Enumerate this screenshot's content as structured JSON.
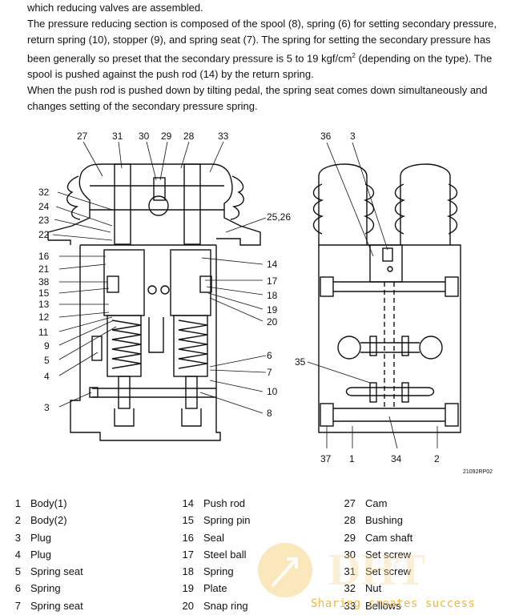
{
  "intro": {
    "line0": "which reducing valves are assembled.",
    "p1a": "The pressure reducing section is composed of the spool (8), spring (6) for setting secondary pressure, return spring (10), stopper (9), and spring seat (7).  The spring for setting the secondary pressure has been generally so preset that the secondary pressure is 5 to 19 kgf/cm",
    "p1sup": "2",
    "p1b": " (depending on the type).  The spool is pushed against the push rod (14) by the return spring.",
    "p2": "When the push rod is pushed down by tilting pedal, the spring seat comes down simultaneously and changes setting of the secondary pressure spring."
  },
  "diagram": {
    "code": "21092RP02",
    "left_labels": [
      "27",
      "31",
      "30",
      "29",
      "28",
      "33",
      "32",
      "24",
      "23",
      "22",
      "16",
      "21",
      "38",
      "15",
      "13",
      "12",
      "11",
      "9",
      "5",
      "4",
      "3",
      "25,26",
      "14",
      "17",
      "18",
      "19",
      "20",
      "6",
      "7",
      "10",
      "8"
    ],
    "right_labels": [
      "36",
      "3",
      "35",
      "37",
      "1",
      "34",
      "2"
    ]
  },
  "legend": {
    "col1": [
      {
        "num": "1",
        "name": "Body(1)"
      },
      {
        "num": "2",
        "name": "Body(2)"
      },
      {
        "num": "3",
        "name": "Plug"
      },
      {
        "num": "4",
        "name": "Plug"
      },
      {
        "num": "5",
        "name": "Spring seat"
      },
      {
        "num": "6",
        "name": "Spring"
      },
      {
        "num": "7",
        "name": "Spring seat"
      }
    ],
    "col2": [
      {
        "num": "14",
        "name": "Push rod"
      },
      {
        "num": "15",
        "name": "Spring pin"
      },
      {
        "num": "16",
        "name": "Seal"
      },
      {
        "num": "17",
        "name": "Steel ball"
      },
      {
        "num": "18",
        "name": "Spring"
      },
      {
        "num": "19",
        "name": "Plate"
      },
      {
        "num": "20",
        "name": "Snap ring"
      }
    ],
    "col3": [
      {
        "num": "27",
        "name": "Cam"
      },
      {
        "num": "28",
        "name": "Bushing"
      },
      {
        "num": "29",
        "name": "Cam shaft"
      },
      {
        "num": "30",
        "name": "Set screw"
      },
      {
        "num": "31",
        "name": "Set screw"
      },
      {
        "num": "32",
        "name": "Nut"
      },
      {
        "num": "33",
        "name": "Bellows"
      }
    ]
  },
  "watermark": {
    "tag": "Sharing creates success",
    "logo": "DHT",
    "color": "#f2b63a"
  }
}
